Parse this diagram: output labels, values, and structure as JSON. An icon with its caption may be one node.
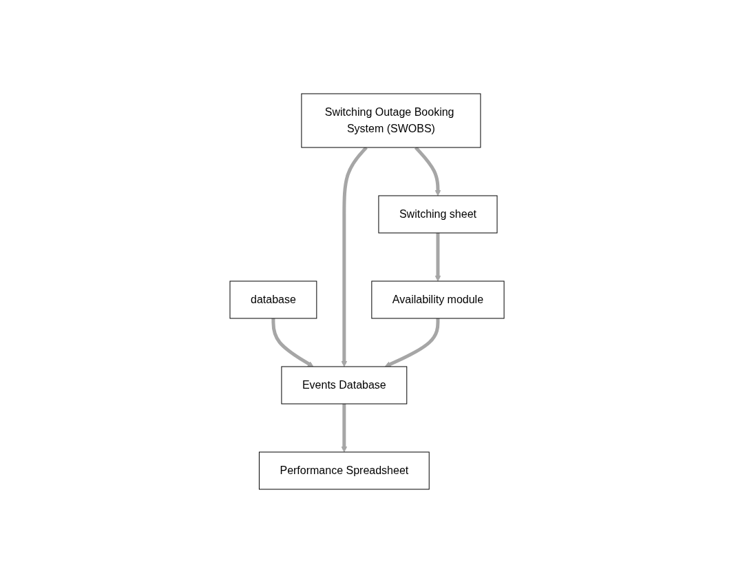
{
  "diagram": {
    "nodes": [
      {
        "text": [
          "database"
        ]
      },
      {
        "text": [
          "Switching sheet"
        ]
      },
      {
        "text": [
          "Switching Outage Booking System (SWOBS)"
        ]
      },
      {
        "text": [
          "Availability module"
        ]
      },
      {
        "text": [
          "Events Database"
        ]
      },
      {
        "text": [
          "Performance Spreadsheet"
        ]
      }
    ],
    "edges": [
      {
        "from": 2,
        "to": 1,
        "arrow": "to"
      },
      {
        "from": 0,
        "to": 4,
        "arrow": "to"
      },
      {
        "from": 1,
        "to": 3,
        "arrow": "to"
      },
      {
        "from": 2,
        "to": 4,
        "arrow": "to"
      },
      {
        "from": 3,
        "to": 4,
        "arrow": "to"
      },
      {
        "from": 4,
        "to": 5,
        "arrow": "to"
      }
    ]
  }
}
